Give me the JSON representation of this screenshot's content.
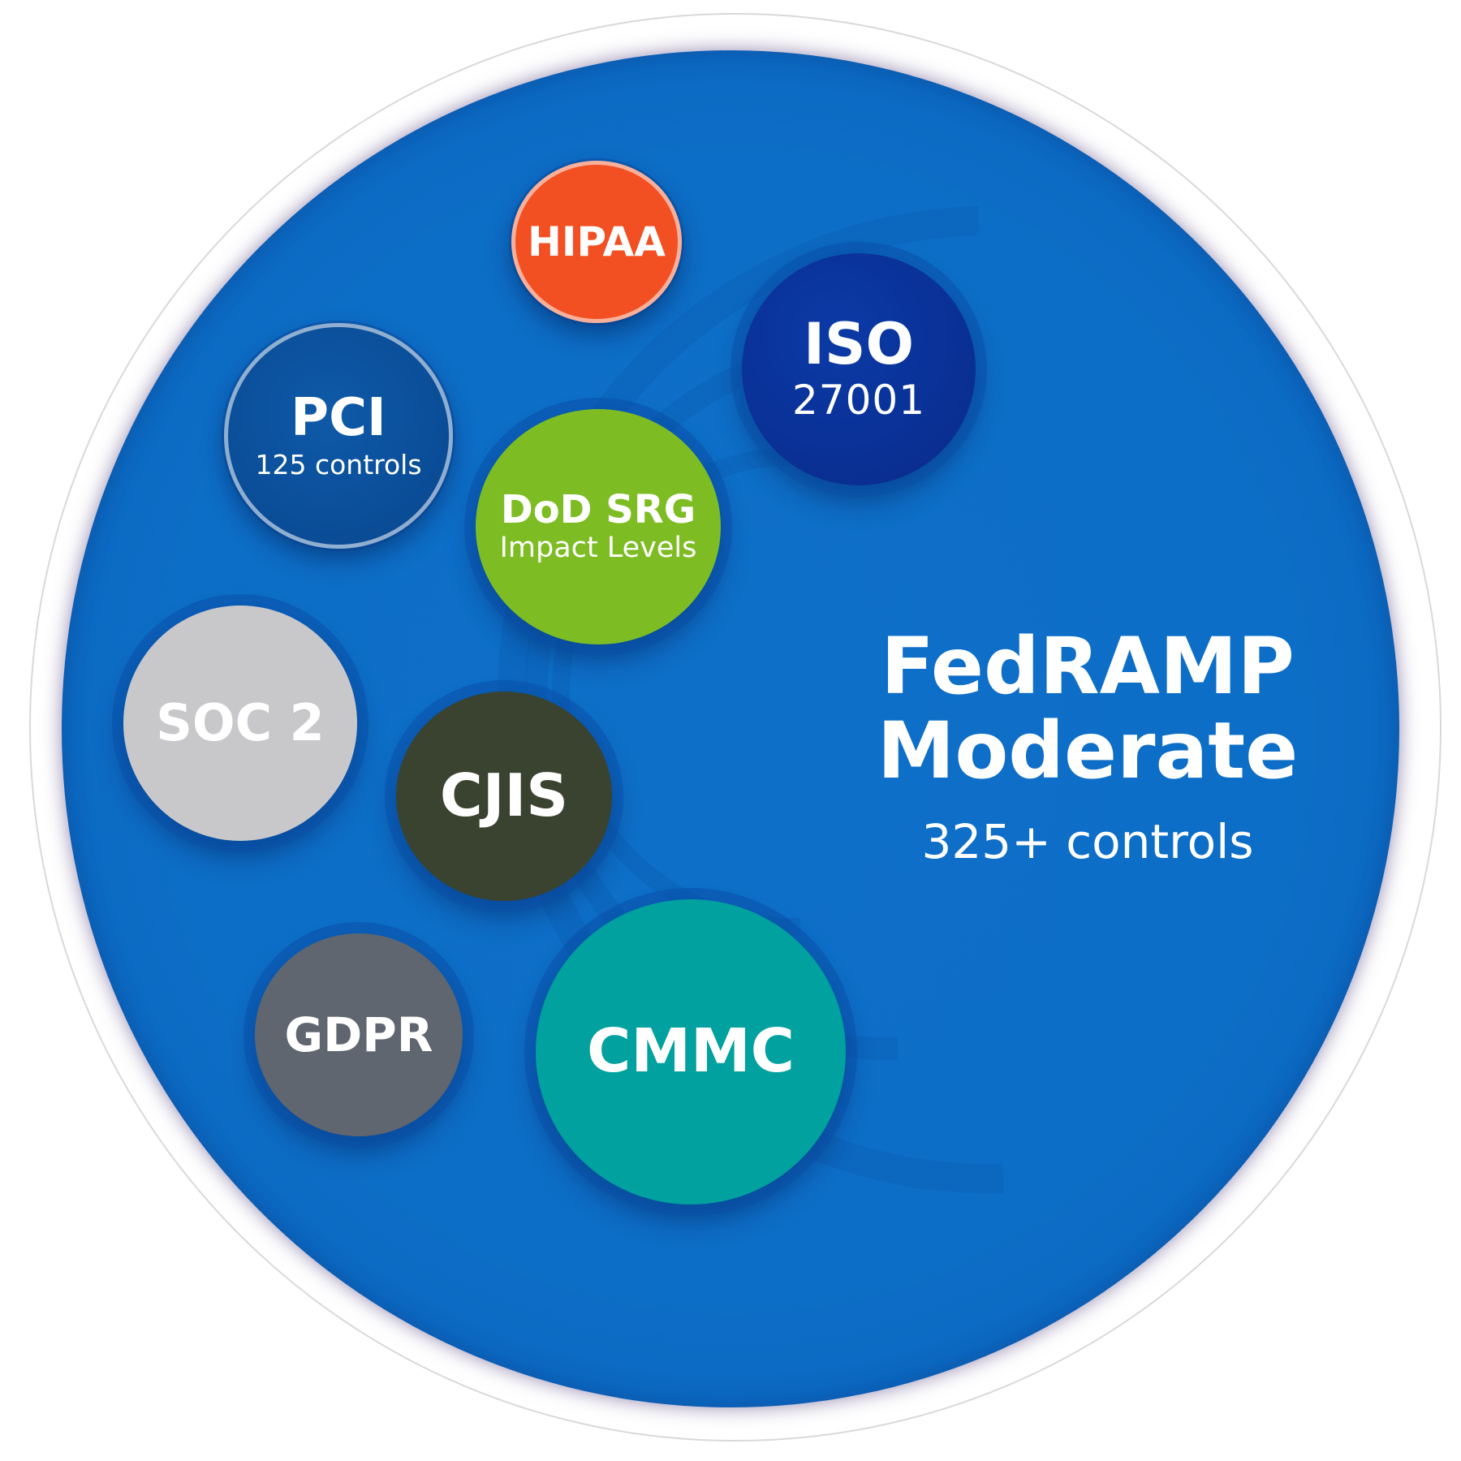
{
  "center": {
    "title_line1": "FedRAMP",
    "title_line2": "Moderate",
    "subtitle": "325+ controls"
  },
  "badges": {
    "hipaa": {
      "title": "HIPAA",
      "color": "#f25022"
    },
    "iso": {
      "title": "ISO",
      "subtitle": "27001",
      "color": "#0a2f93"
    },
    "pci": {
      "title": "PCI",
      "subtitle": "125 controls",
      "color": "#0a4b95"
    },
    "dod": {
      "title": "DoD SRG",
      "subtitle": "Impact Levels",
      "color": "#7dbd23"
    },
    "soc": {
      "title": "SOC 2",
      "color": "#c8c8cb"
    },
    "cjis": {
      "title": "CJIS",
      "color": "#3a4230"
    },
    "gdpr": {
      "title": "GDPR",
      "color": "#5f6670"
    },
    "cmmc": {
      "title": "CMMC",
      "color": "#00a19e"
    }
  },
  "colors": {
    "main_circle": "#0d6ec7",
    "outer_ring": "#b8b8bc"
  }
}
